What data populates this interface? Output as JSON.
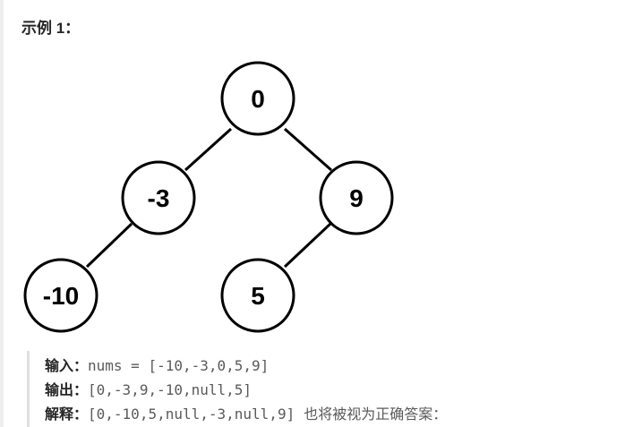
{
  "example": {
    "heading": "示例 1：",
    "tree": {
      "root": "0",
      "root_left": "-3",
      "root_right": "9",
      "left_left": "-10",
      "right_left": "5"
    },
    "input_label": "输入：",
    "input_value": "nums = [-10,-3,0,5,9]",
    "output_label": "输出：",
    "output_value": "[0,-3,9,-10,null,5]",
    "explain_label": "解释：",
    "explain_value": "[0,-10,5,null,-3,null,9]",
    "explain_note": "也将被视为正确答案："
  }
}
